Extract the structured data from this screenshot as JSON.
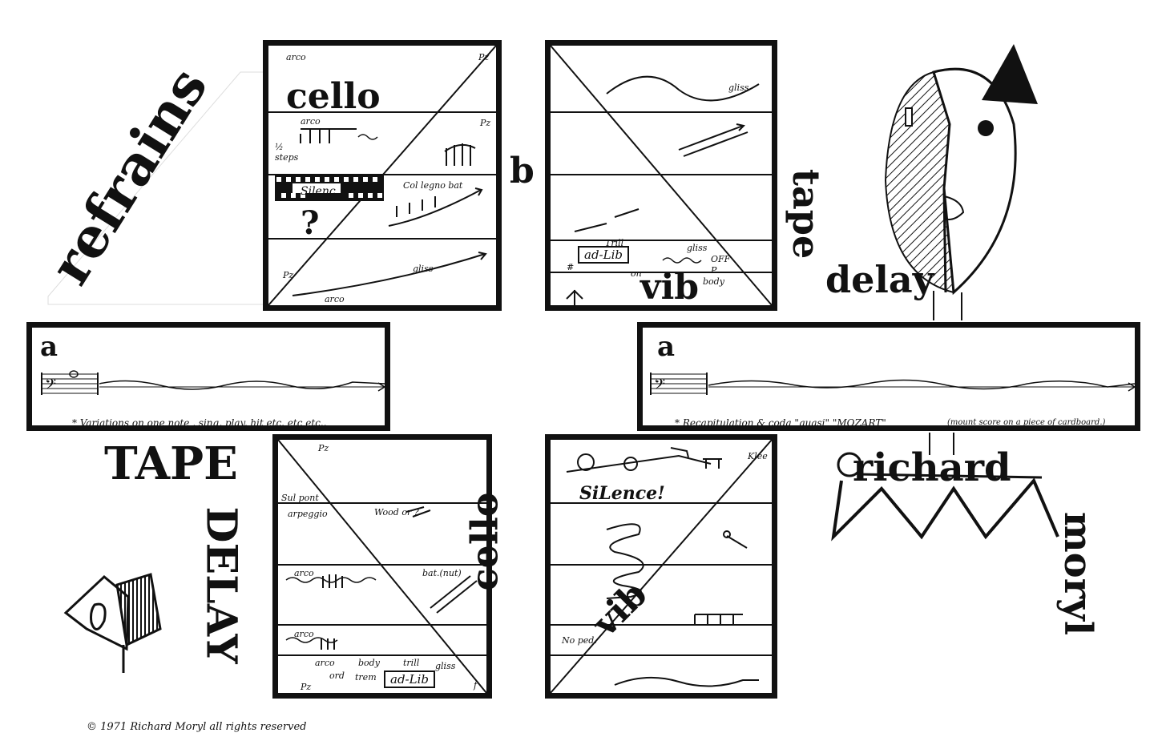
{
  "titles": {
    "refrains": "refrains",
    "b": "b",
    "tape": "tape",
    "delay": "delay",
    "tape_delay_h": "TAPE",
    "tape_delay_v": "DELAY",
    "richard": "richard",
    "moryl": "moryl"
  },
  "cello_top": {
    "title": "cello",
    "arco": "arco",
    "pz": "Pz",
    "pz2": "Pz",
    "arco2": "arco",
    "half_steps": "½ steps",
    "silence": "Silenc",
    "question": "?",
    "col_legno": "Col legno bat",
    "pz3": "Pz",
    "gliss": "gliss",
    "arco3": "arco"
  },
  "vib_top": {
    "title": "vib",
    "gliss": "gliss",
    "adlib": "ad-Lib",
    "trill": "Trill",
    "gliss2": "gliss",
    "off": "OFF",
    "p": "P",
    "body": "body",
    "on": "on",
    "sharp": "#"
  },
  "strip_left": {
    "label": "a",
    "footnote": "* Variations on one note , sing, play, hit etc. etc etc.."
  },
  "strip_right": {
    "label": "a",
    "footnote": "* Recapitulation & coda \"quasi\" \"MOZART\"",
    "mount_note": "(mount score on a piece of cardboard.)"
  },
  "cello_bottom": {
    "title": "cello",
    "pz": "Pz",
    "sul_pont": "Sul pont",
    "arpeggio": "arpeggio",
    "wood": "Wood or ?",
    "arco": "arco",
    "bat": "bat.(nut)",
    "arco2": "arco",
    "arco3": "arco",
    "body": "body",
    "trill": "trill",
    "gliss": "gliss",
    "ord": "ord",
    "trem": "trem",
    "adlib": "ad-Lib",
    "pz2": "Pz",
    "f": "f"
  },
  "vib_bottom": {
    "title": "vib",
    "silence": "SiLence!",
    "klee": "Klee",
    "no_ped": "No ped."
  },
  "copyright": "© 1971 Richard Moryl all rights reserved"
}
